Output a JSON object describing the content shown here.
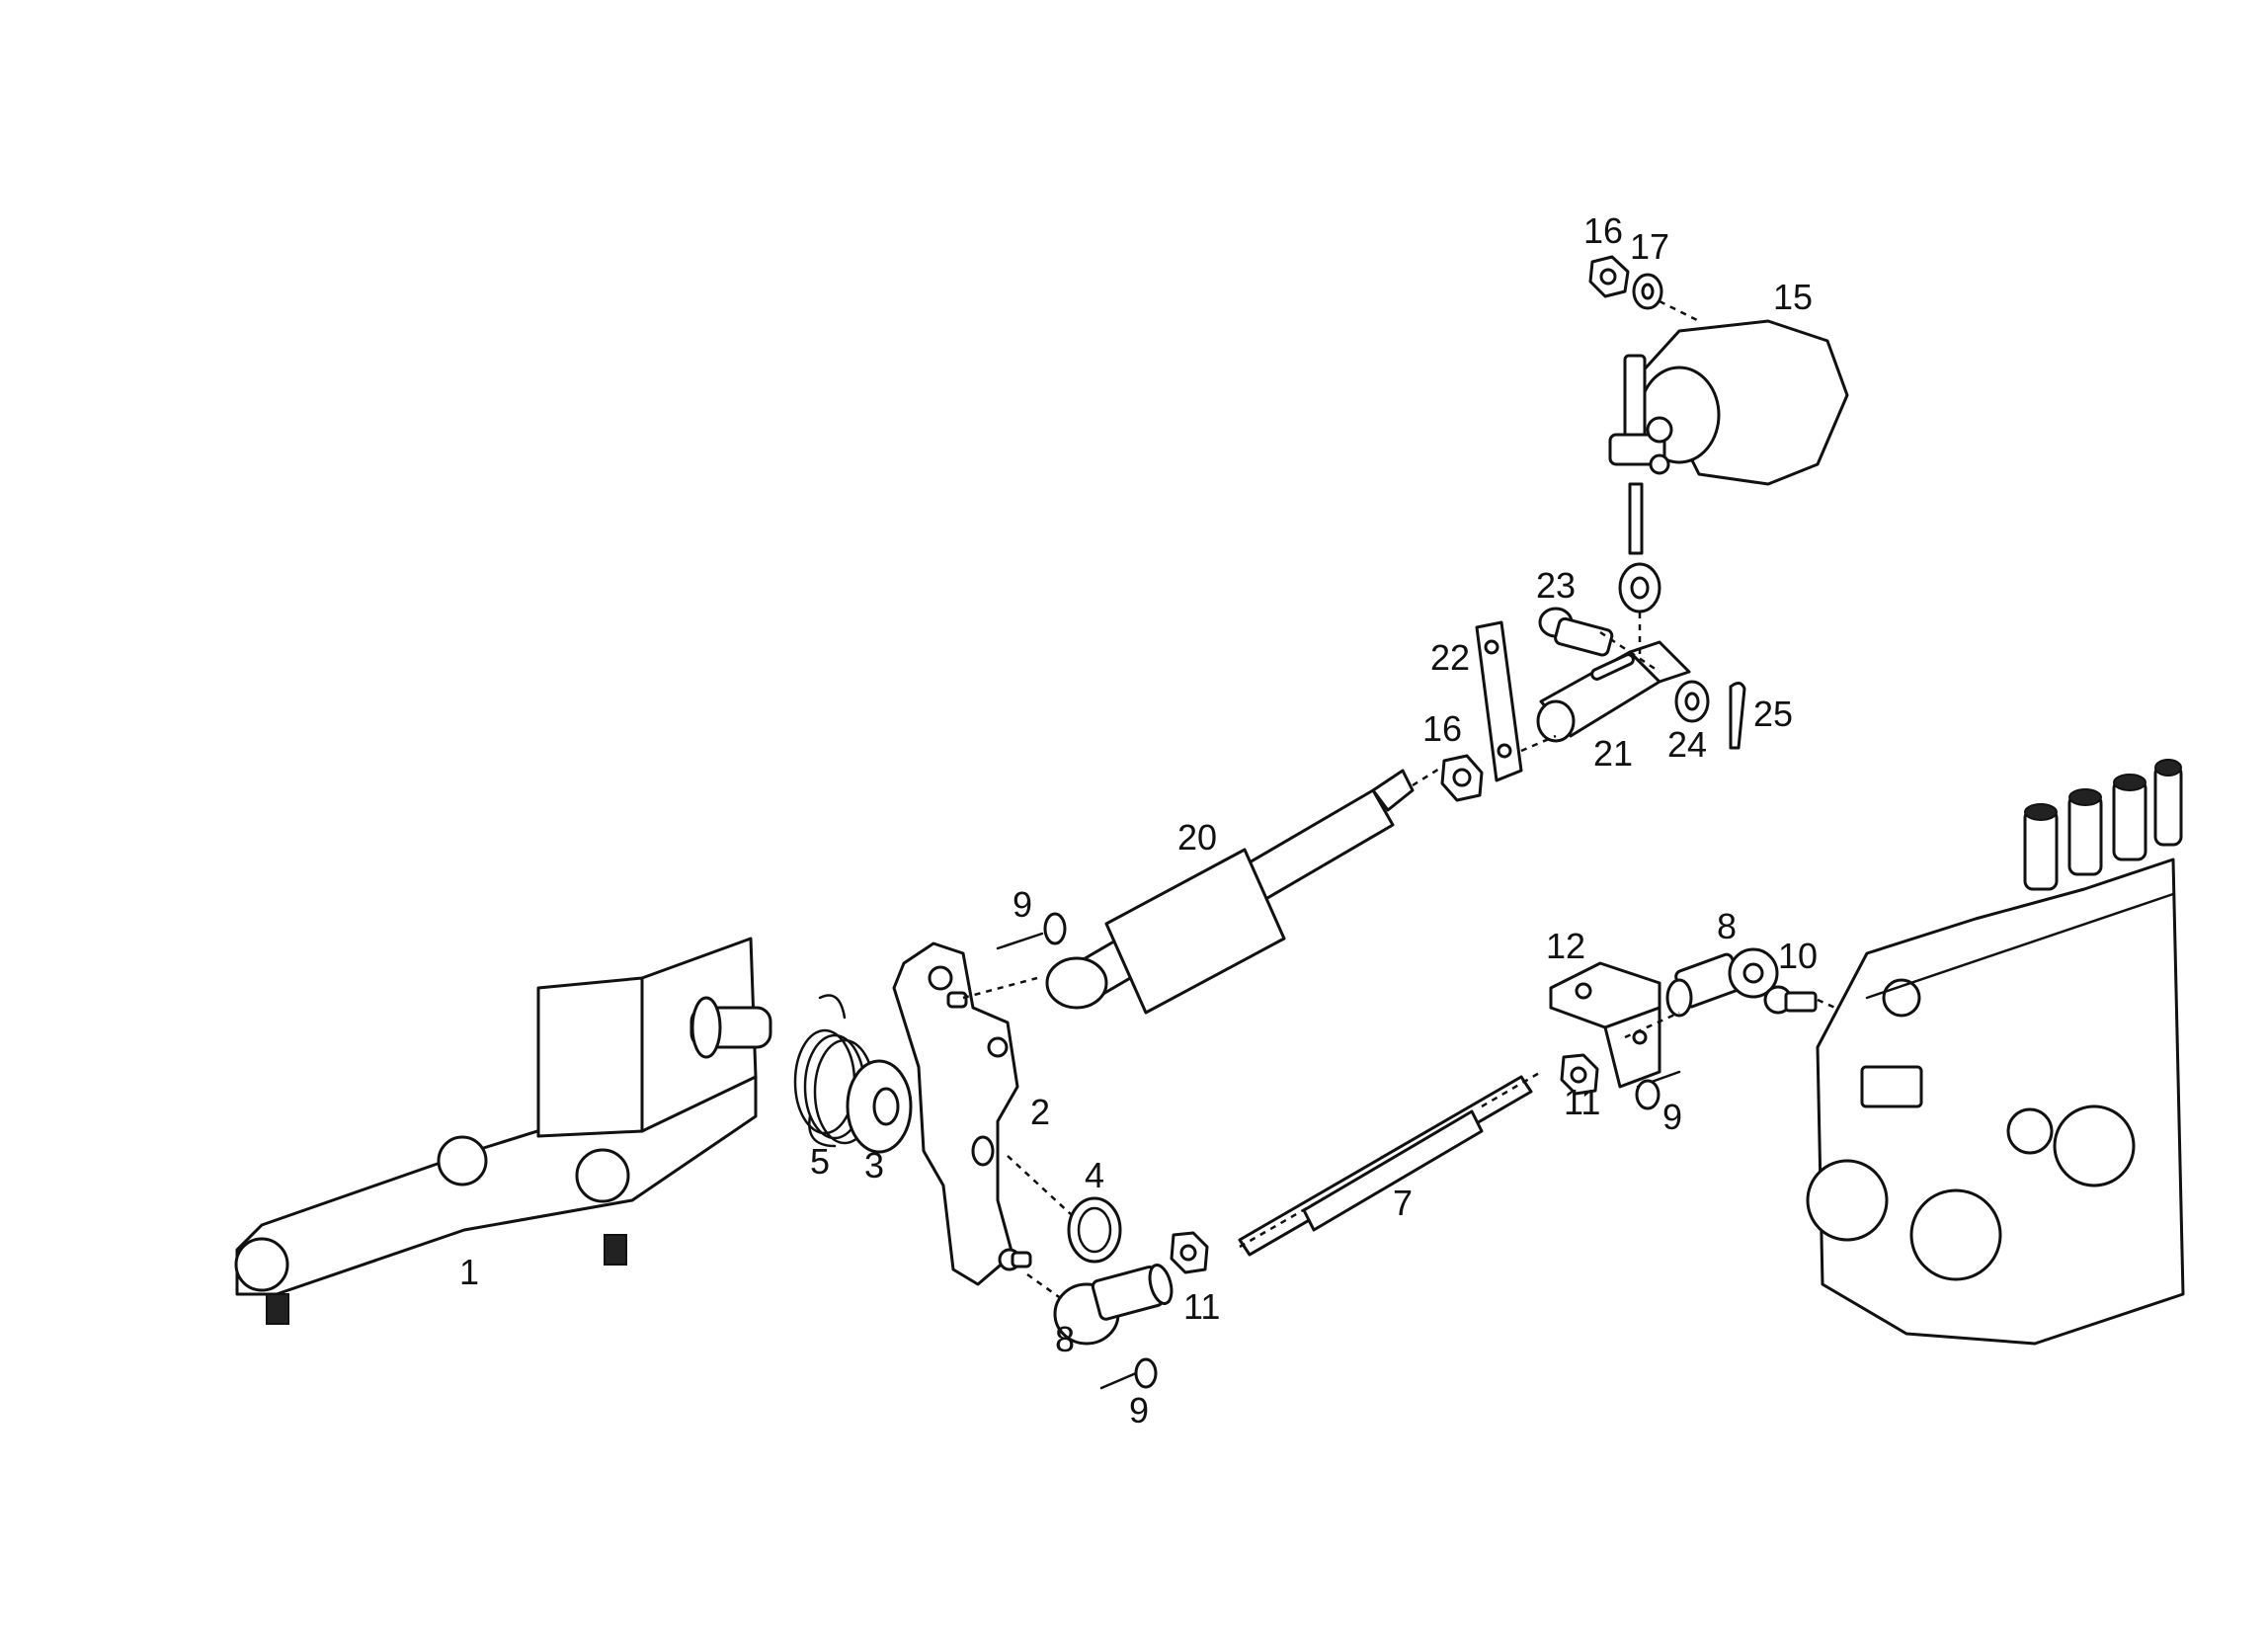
{
  "colors": {
    "ink": "#111111",
    "paper": "#ffffff"
  },
  "callouts": [
    {
      "id": "c1",
      "text": "1"
    },
    {
      "id": "c2",
      "text": "2"
    },
    {
      "id": "c3",
      "text": "3"
    },
    {
      "id": "c4",
      "text": "4"
    },
    {
      "id": "c5",
      "text": "5"
    },
    {
      "id": "c7",
      "text": "7"
    },
    {
      "id": "c8a",
      "text": "8"
    },
    {
      "id": "c8b",
      "text": "8"
    },
    {
      "id": "c9a",
      "text": "9"
    },
    {
      "id": "c9b",
      "text": "9"
    },
    {
      "id": "c9c",
      "text": "9"
    },
    {
      "id": "c10",
      "text": "10"
    },
    {
      "id": "c11a",
      "text": "11"
    },
    {
      "id": "c11b",
      "text": "11"
    },
    {
      "id": "c12",
      "text": "12"
    },
    {
      "id": "c15",
      "text": "15"
    },
    {
      "id": "c16a",
      "text": "16"
    },
    {
      "id": "c16b",
      "text": "16"
    },
    {
      "id": "c17",
      "text": "17"
    },
    {
      "id": "c20",
      "text": "20"
    },
    {
      "id": "c21",
      "text": "21"
    },
    {
      "id": "c22",
      "text": "22"
    },
    {
      "id": "c23",
      "text": "23"
    },
    {
      "id": "c24",
      "text": "24"
    },
    {
      "id": "c25",
      "text": "25"
    }
  ]
}
